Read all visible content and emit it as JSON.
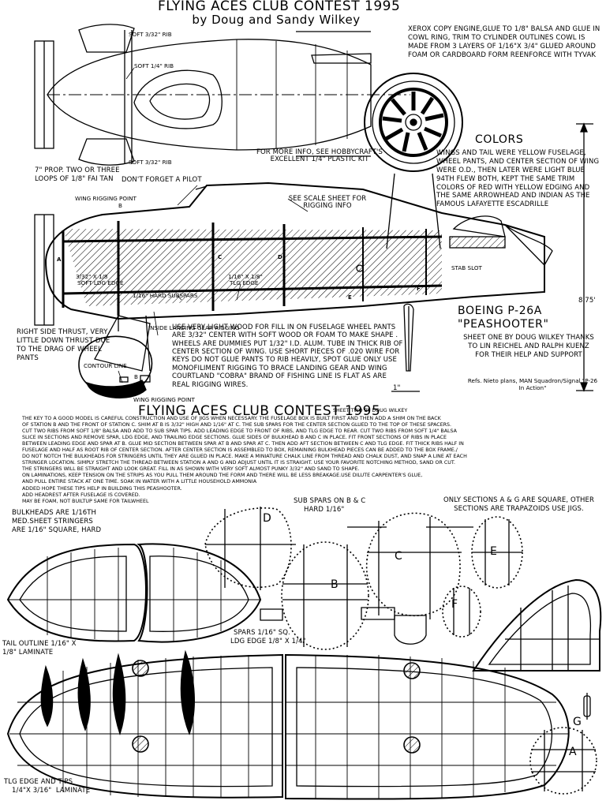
{
  "sheet_one": {
    "title": "FLYING ACES CLUB CONTEST 1995",
    "authors": "by Doug and Sandy Wilkey",
    "engine_note": "XEROX COPY ENGINE,GLUE TO 1/8\" BALSA AND GLUE IN COWL RING, TRIM TO CYLINDER OUTLINES COWL IS MADE FROM 3 LAYERS OF 1/16\"X 3/4\" GLUED AROUND FOAM OR CARDBOARD FORM REENFORCE WITH TYVAK",
    "rib_soft_3_32_top": "SOFT 3/32\" RIB",
    "rib_soft_1_4": "SOFT 1/4\" RIB",
    "rib_soft_3_32_bottom": "SOFT 3/32\" RIB",
    "more_info": "FOR MORE INFO, SEE HOBBYCRAFT'S EXCELLENT 1/4\" PLASTIC KIT",
    "colors_heading": "COLORS",
    "colors_note": "WINGS AND TAIL WERE YELLOW FUSELAGE, WHEEL PANTS, AND CENTER SECTION OF WING WERE O.D., THEN LATER WERE LIGHT BLUE 94TH FLEW BOTH, KEPT THE SAME TRIM COLORS OF RED WITH YELLOW EDGING AND THE SAME ARROWHEAD AND INDIAN AS THE FAMOUS LAFAYETTE ESCADRILLE",
    "prop_note": "7\" PROP. TWO OR THREE LOOPS OF 1/8\" FAI TAN",
    "pilot_note": "DON'T FORGET A PILOT",
    "wing_rigging_point": "WING RIGGING POINT",
    "station_b": "B",
    "scale_sheet_note": "SEE SCALE SHEET FOR RIGGING INFO",
    "stations": [
      "A",
      "C",
      "D",
      "E",
      "F"
    ],
    "lower_longeron": "3/32\" X 1/8",
    "soft_ldg_edge": "SOFT LDG EDGE",
    "tlg_edge_size": "1/16\" X 1/8\"",
    "tlg_edge": "TLG EDGE",
    "hard_subspars": "1/16\" HARD SUBSPARS",
    "stab_slot": "STAB SLOT",
    "aircraft_name": "BOEING P-26A",
    "aircraft_nickname": "\"PEASHOOTER\"",
    "height_dimension": "8.75'",
    "credits": "SHEET ONE BY DOUG WILKEY THANKS TO LIN REICHEL AND RALPH KUENZ FOR THEIR HELP AND SUPPORT",
    "refs": "Refs. Nieto plans, MAN Squadron/Signal \"P-26 In Action\"",
    "inside_gear": "INSIDE LANDING GEAR RIGGING",
    "thrust_note": "RIGHT SIDE THRUST, VERY LITTLE DOWN THRUST DUE TO THE DRAG OF WHEEL PANTS",
    "construction_note": "USE VERY LIGHT WOOD FOR FILL IN ON FUSELAGE WHEEL PANTS ARE 3/32\" CENTER WITH SOFT WOOD OR FOAM TO MAKE SHAPE . WHEELS ARE DUMMIES PUT 1/32\" I.D. ALUM. TUBE IN THICK RIB OF CENTER SECTION OF WING. USE SHORT PIECES OF .020 WIRE FOR KEYS DO NOT GLUE PANTS TO RIB HEAVILY, SPOT GLUE ONLY USE MONOFILIMENT RIGGING TO BRACE LANDING GEAR AND WING COURTLAND \"COBRA\" BRAND OF FISHING LINE IS FLAT AS ARE REAL RIGGING WIRES.",
    "contour_line": "CONTOUR LINE",
    "one_inch": "1\""
  },
  "sheet_two": {
    "title": "FLYING ACES CLUB CONTEST 1995",
    "byline": "SHEET TWO BY DOUG WILKEY",
    "notes": [
      "THE KEY TO A GOOD MODEL IS CAREFUL CONSTRUCTION AND USE OF JIGS WHEN NECESSARY.  THE FUSELAGE BOX IS BUILT FIRST AND THEN ADD A SHIM ON THE BACK",
      "OF STATION B AND THE FRONT OF STATION C.   SHIM AT B IS 3/32\" HIGH AND 1/16\" AT C.  THE SUB SPARS FOR THE CENTER SECTION  GLUED TO THE TOP OF THESE SPACERS.",
      "CUT TWO RIBS FROM SOFT 1/8\" BALSA AND ADD TO SUB SPAR TIPS.  ADD LEADING EDGE TO FRONT OF RIBS, AND TLG EDGE TO REAR.  CUT TWO RIBS FROM SOFT 1/4\" BALSA",
      "SLICE IN SECTIONS AND REMOVE SPAR, LDG EDGE, AND TRAILING EDGE SECTIONS.  GLUE SIDES OF BULKHEAD B AND C IN PLACE.  FIT FRONT SECTIONS OF RIBS IN PLACE",
      "BETWEEN LEADING EDGE AND SPAR AT B.  GLUE MID SECTION BETWEEN SPAR AT B AND SPAR AT C.  THEN ADD AFT SECTION BETWEEN C AND TLG EDGE.  FIT THICK RIBS HALF IN",
      "FUSELAGE AND HALF AS ROOT RIB OF CENTER SECTION.  AFTER CENTER SECTION IS ASSEMBLED TO BOX, REMAINING BULKHEAD PIECES CAN BE ADDED TO THE BOX FRAME./",
      "DO NOT NOTCH THE BULKHEADS FOR STRINGERS UNTIL THEY ARE GLUED IN PLACE. MAKE A MINIATURE CHALK LINE FROM THREAD AND CHALK DUST, AND SNAP A LINE AT EACH",
      "STRINGER LOCATION.  SIMPLY STRETCH THE THREAD BETWEEN STATION A AND G AND ADJUST  UNTIL IT IS STRAIGHT.   USE YOUR FAVORITE NOTCHING METHOD, SAND OR CUT.",
      "THE STRINGERS WILL BE STRAIGHT AND LOOK GREAT.  FILL IN AS SHOWN WITH VERY SOFT  ALMOST PUNKY 3/32\" AND SAND TO SHAPE.",
      "ON LAMINATIONS, KEEP TENSION ON THE STRIPS AS YOU PULL THEM AROUND THE FORM AND THERE WILL BE LESS BREAKAGE.USE DILUTE CARPENTER'S GLUE,",
      "AND PULL ENTIRE STACK AT ONE TIME.  SOAK IN WATER WITH A LITTLE HOUSEHOLD  AMMONIA",
      "ADDED    HOPE THESE TIPS HELP IN BUILDING THIS PEASHOOTER.",
      "              ADD HEADREST AFTER FUSELAGE IS COVERED.",
      "              MAY BE FOAM, NOT BUILTUP  SAME FOR TAILWHEEL",
      "",
      "",
      ""
    ],
    "bulkheads_note": "BULKHEADS ARE 1/16TH MED.SHEET STRINGERS ARE 1/16\" SQUARE, HARD",
    "sub_spars_note": "SUB SPARS ON B & C",
    "sub_spars_size": "HARD 1/16\"",
    "sections_note": "ONLY SECTIONS A & G ARE SQUARE, OTHER SECTIONS ARE TRAPAZOIDS USE JIGS.",
    "bulkhead_labels": [
      "D",
      "C",
      "E",
      "B",
      "F",
      "G",
      "A"
    ],
    "spars_note": "SPARS 1/16\" SQ.",
    "ldg_edge_note": "LDG EDGE 1/8\" X 1/4\"",
    "tail_outline_note": "TAIL OUTLINE 1/16\" X 1/8\" LAMINATE",
    "tlg_tips_note": "TLG EDGE AND TIPS",
    "tlg_tips_size": "1/4\"X 3/16\"  LAMINATE"
  }
}
